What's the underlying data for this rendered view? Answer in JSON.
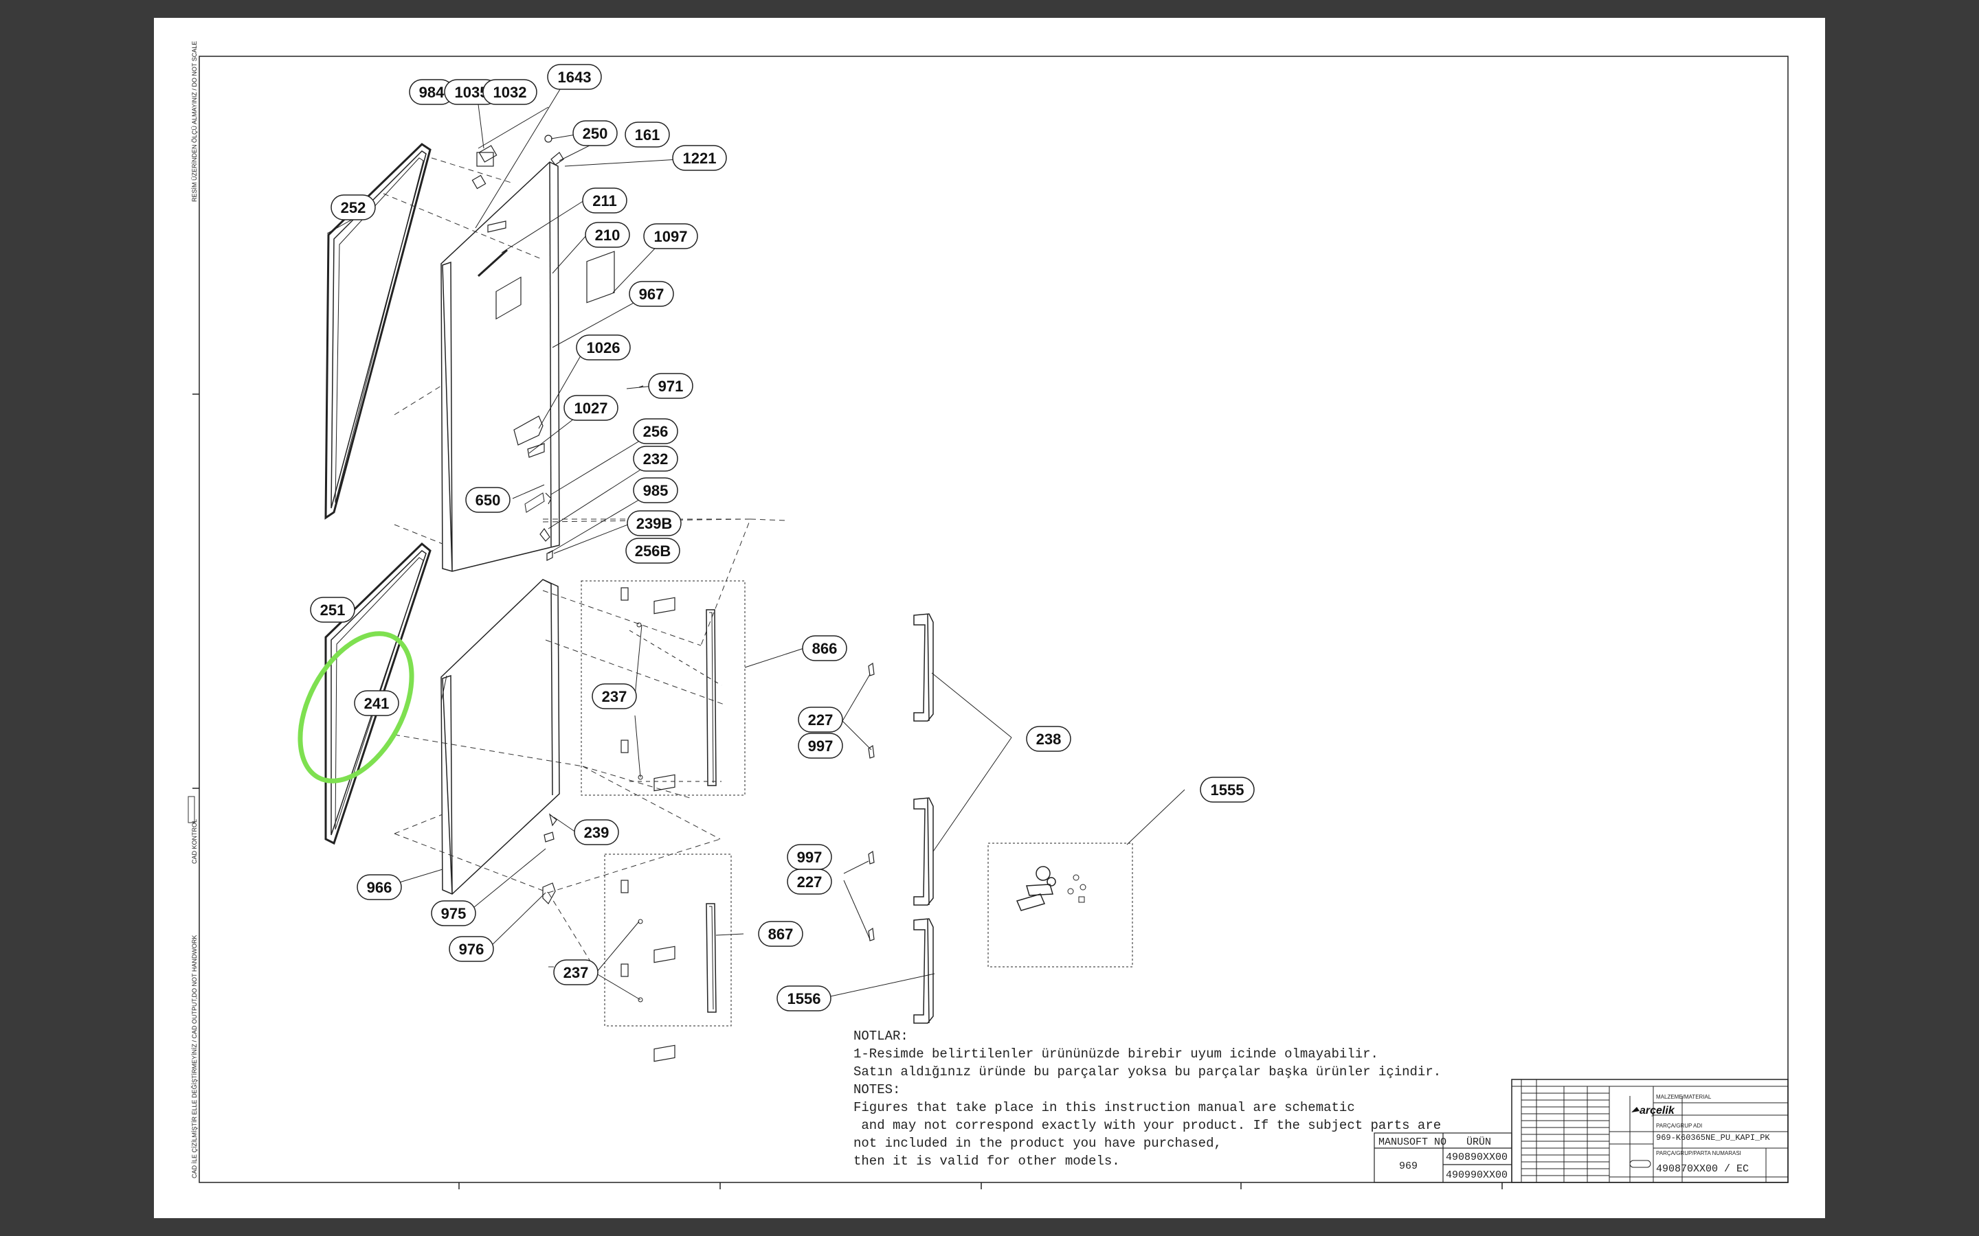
{
  "callouts": [
    {
      "id": "984",
      "label": "984"
    },
    {
      "id": "1035",
      "label": "1035"
    },
    {
      "id": "1032",
      "label": "1032"
    },
    {
      "id": "1643",
      "label": "1643"
    },
    {
      "id": "250",
      "label": "250"
    },
    {
      "id": "161",
      "label": "161"
    },
    {
      "id": "1221",
      "label": "1221"
    },
    {
      "id": "252",
      "label": "252"
    },
    {
      "id": "211",
      "label": "211"
    },
    {
      "id": "210",
      "label": "210"
    },
    {
      "id": "1097",
      "label": "1097"
    },
    {
      "id": "967",
      "label": "967"
    },
    {
      "id": "1026",
      "label": "1026"
    },
    {
      "id": "971",
      "label": "971"
    },
    {
      "id": "1027",
      "label": "1027"
    },
    {
      "id": "256",
      "label": "256"
    },
    {
      "id": "232",
      "label": "232"
    },
    {
      "id": "650",
      "label": "650"
    },
    {
      "id": "985",
      "label": "985"
    },
    {
      "id": "239B",
      "label": "239B"
    },
    {
      "id": "256B",
      "label": "256B"
    },
    {
      "id": "251",
      "label": "251"
    },
    {
      "id": "866",
      "label": "866"
    },
    {
      "id": "241",
      "label": "241"
    },
    {
      "id": "237a",
      "label": "237"
    },
    {
      "id": "227a",
      "label": "227"
    },
    {
      "id": "997a",
      "label": "997"
    },
    {
      "id": "238",
      "label": "238"
    },
    {
      "id": "1555",
      "label": "1555"
    },
    {
      "id": "239",
      "label": "239"
    },
    {
      "id": "966",
      "label": "966"
    },
    {
      "id": "997b",
      "label": "997"
    },
    {
      "id": "227b",
      "label": "227"
    },
    {
      "id": "975",
      "label": "975"
    },
    {
      "id": "867",
      "label": "867"
    },
    {
      "id": "976",
      "label": "976"
    },
    {
      "id": "237b",
      "label": "237"
    },
    {
      "id": "1556",
      "label": "1556"
    }
  ],
  "notes": {
    "title_tr": "NOTLAR:",
    "line1_tr": "1-Resimde belirtilenler ürününüzde birebir  uyum icinde olmayabilir.",
    "line2_tr": "Satın aldığınız üründe bu parçalar yoksa bu parçalar başka ürünler içindir.",
    "title_en": "NOTES:",
    "line1_en": "Figures that take place in this instruction manual are schematic",
    "line2_en": " and may not correspond exactly with your product. If the subject parts are",
    "line3_en": "not included in the product you have purchased,",
    "line4_en": "then it is valid for other models."
  },
  "table": {
    "col1_header": "MANUSOFT NO",
    "col2_header": "ÜRÜN",
    "manusoft_no": "969",
    "product1": "490890XX00",
    "product2": "490990XX00"
  },
  "title_block": {
    "brand": "arçelik",
    "material_label": "MALZEME/MATERIAL",
    "part_name_label": "PARÇA/GRUP ADI",
    "part_name": "969-K60365NE_PU_KAPI_PK",
    "part_no_label": "PARÇA/GRUP/PARTA NUMARASI",
    "part_no": "490870XX00 / EC"
  },
  "margin_notes": {
    "left_top": "RESİM ÜZERİNDEN ÖLÇÜ ALMAYINIZ / DO NOT SCALE",
    "left_mid": "CAD KONTROL",
    "left_bottom": "CAD İLE ÇİZİLMİŞTİR ELLE DEĞİŞTİRMEYİNİZ / CAD OUTPUT,DO NOT HANDWORK"
  },
  "colors": {
    "background": "#3a3a3a",
    "sheet": "#ffffff",
    "ink": "#111111",
    "highlight": "#7ee050"
  }
}
